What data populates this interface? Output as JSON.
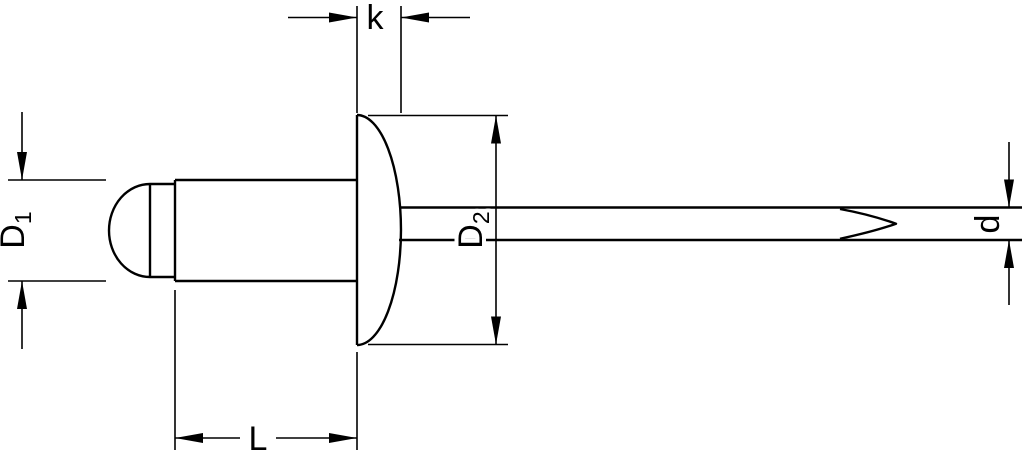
{
  "colors": {
    "line": "#000000",
    "background": "#ffffff"
  },
  "dimensions": {
    "k": {
      "label": "k"
    },
    "d1": {
      "base": "D",
      "sub": "1"
    },
    "d2": {
      "base": "D",
      "sub": "2"
    },
    "d": {
      "label": "d"
    },
    "l": {
      "label": "L"
    }
  }
}
